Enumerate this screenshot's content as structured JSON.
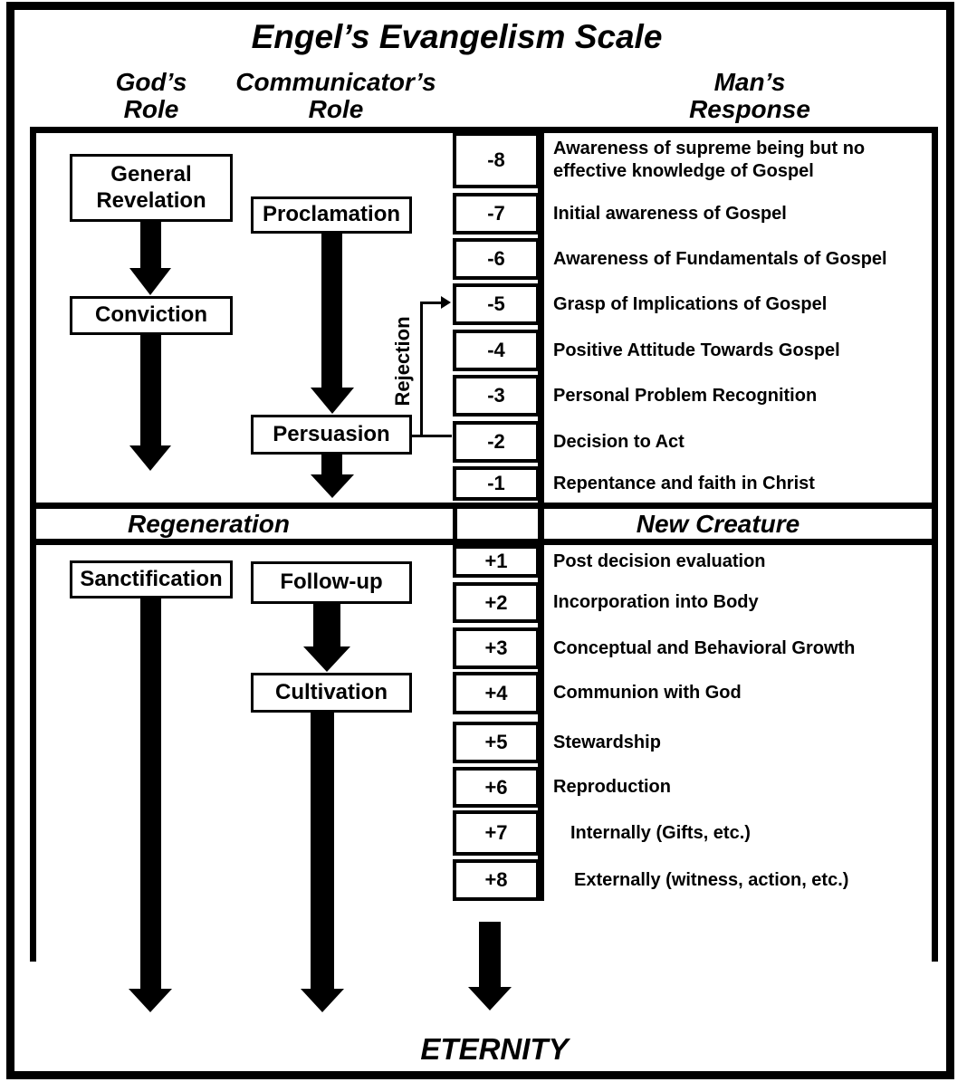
{
  "title": "Engel’s Evangelism Scale",
  "headers": {
    "gods_role": {
      "line1": "God’s",
      "line2": "Role"
    },
    "communicators_role": {
      "line1": "Communicator’s",
      "line2": "Role"
    },
    "mans_response": {
      "line1": "Man’s",
      "line2": "Response"
    }
  },
  "boxes": {
    "general_revelation": "General Revelation",
    "conviction": "Conviction",
    "sanctification": "Sanctification",
    "proclamation": "Proclamation",
    "persuasion": "Persuasion",
    "follow_up": "Follow-up",
    "cultivation": "Cultivation"
  },
  "rejection_label": "Rejection",
  "divider": {
    "left": "Regeneration",
    "right": "New Creature"
  },
  "scale": {
    "negative": [
      {
        "value": "-8",
        "description": "Awareness of supreme being but no effective knowledge of Gospel"
      },
      {
        "value": "-7",
        "description": "Initial awareness of Gospel"
      },
      {
        "value": "-6",
        "description": "Awareness of Fundamentals of Gospel"
      },
      {
        "value": "-5",
        "description": "Grasp of Implications of Gospel"
      },
      {
        "value": "-4",
        "description": "Positive Attitude Towards Gospel"
      },
      {
        "value": "-3",
        "description": "Personal Problem Recognition"
      },
      {
        "value": "-2",
        "description": "Decision to Act"
      },
      {
        "value": "-1",
        "description": "Repentance and faith in Christ"
      }
    ],
    "positive": [
      {
        "value": "+1",
        "description": "Post decision evaluation"
      },
      {
        "value": "+2",
        "description": "Incorporation into Body"
      },
      {
        "value": "+3",
        "description": "Conceptual and Behavioral Growth"
      },
      {
        "value": "+4",
        "description": "Communion with God"
      },
      {
        "value": "+5",
        "description": "Stewardship"
      },
      {
        "value": "+6",
        "description": "Reproduction"
      },
      {
        "value": "+7",
        "description": "Internally (Gifts, etc.)"
      },
      {
        "value": "+8",
        "description": "Externally (witness, action, etc.)"
      }
    ]
  },
  "eternity_label": "ETERNITY",
  "colors": {
    "ink": "#000000",
    "background": "#ffffff"
  }
}
